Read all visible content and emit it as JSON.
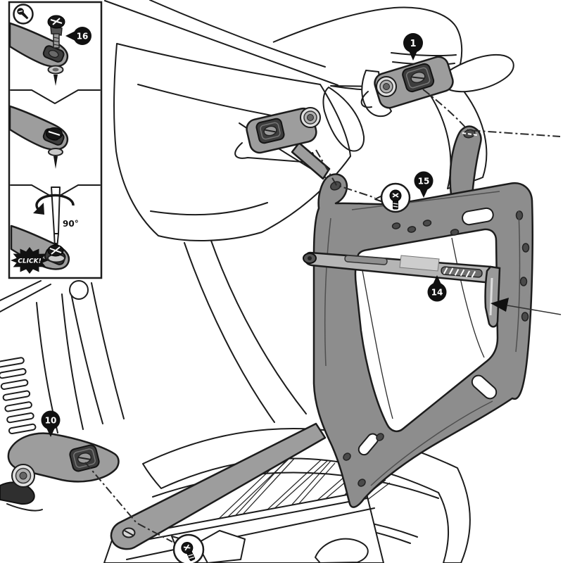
{
  "callouts": {
    "c1": {
      "label": "1"
    },
    "c10": {
      "label": "10"
    },
    "c14": {
      "label": "14"
    },
    "c15": {
      "label": "15"
    },
    "c16": {
      "label": "16"
    }
  },
  "inset": {
    "rotation_label": "90°",
    "click_label": "CLICK!",
    "tool_icon": "quarter-turn-key-icon",
    "steps": [
      {
        "icon": "screw-above-bracket-arm"
      },
      {
        "icon": "screw-inserted-through-arm"
      },
      {
        "icon": "screwdriver-quarter-turn-lock"
      }
    ]
  },
  "detail_bubbles": [
    {
      "icon": "phillips-screw-icon",
      "location": "frame-front-arm"
    },
    {
      "icon": "phillips-screw-icon",
      "location": "lower-arm-end"
    }
  ],
  "colors": {
    "background": "#ffffff",
    "outline": "#1c1c1c",
    "bracket_gray": "#9d9d9d",
    "frame_gray": "#8d8d8d",
    "strap_gray": "#b5b5b5",
    "slot_dark": "#3d3d3d",
    "callout_bg": "#101010",
    "callout_text": "#ffffff"
  }
}
